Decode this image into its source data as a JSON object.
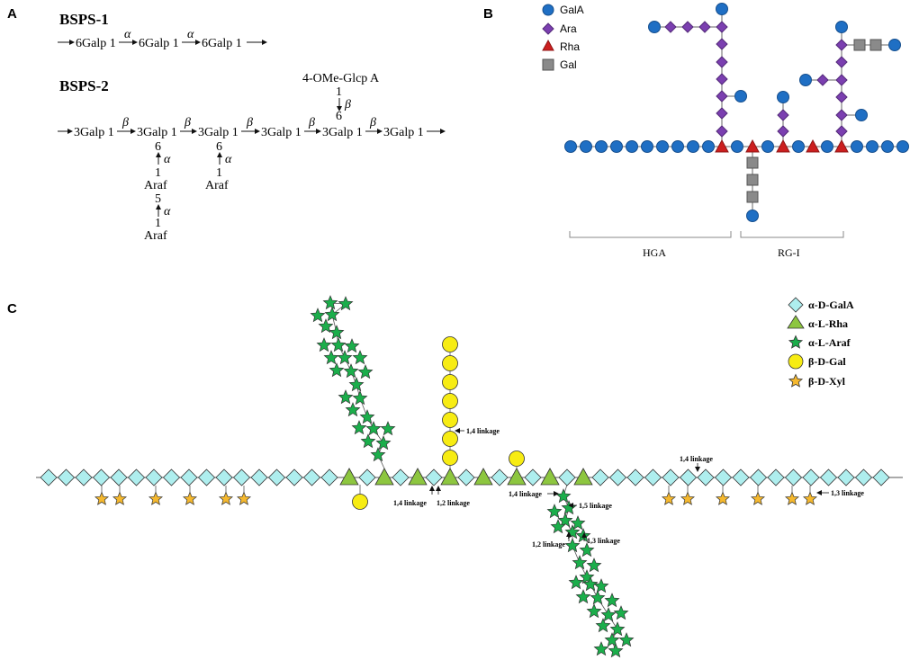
{
  "panels": {
    "a": "A",
    "b": "B",
    "c": "C"
  },
  "panelA": {
    "bsps1": {
      "title": "BSPS-1",
      "residues": [
        "6Galp 1",
        "6Galp 1",
        "6Galp 1"
      ],
      "links": [
        "α",
        "α"
      ]
    },
    "bsps2": {
      "title": "BSPS-2",
      "residues": [
        "3Galp 1",
        "3Galp 1",
        "3Galp 1",
        "3Galp 1",
        "3Galp 1",
        "3Galp 1"
      ],
      "links": [
        "β",
        "β",
        "β",
        "β",
        "β"
      ],
      "branch_top": {
        "residue": "4-OMe-Glcp A",
        "num1": "1",
        "link": "β",
        "num2": "6"
      },
      "branch1": {
        "num6": "6",
        "link1": "α",
        "num1": "1",
        "res1": "Araf",
        "num5": "5",
        "link2": "α",
        "num1b": "1",
        "res2": "Araf"
      },
      "branch2": {
        "num6": "6",
        "link": "α",
        "num1": "1",
        "res": "Araf"
      }
    }
  },
  "panelB": {
    "legend": [
      {
        "label": "GalA",
        "shape": "circle",
        "color": "#1f6fc4"
      },
      {
        "label": "Ara",
        "shape": "diamond",
        "color": "#7b3fb0"
      },
      {
        "label": "Rha",
        "shape": "triangle",
        "color": "#cc1f1f"
      },
      {
        "label": "Gal",
        "shape": "square",
        "color": "#8a8a8a"
      }
    ],
    "regions": {
      "hga": "HGA",
      "rg1": "RG-I"
    }
  },
  "panelC": {
    "legend": [
      {
        "label": "α-D-GalA",
        "shape": "diamond",
        "color": "#aeeeee"
      },
      {
        "label": "α-L-Rha",
        "shape": "triangle",
        "color": "#8dc63f"
      },
      {
        "label": "α-L-Araf",
        "shape": "star",
        "color": "#1bae4b"
      },
      {
        "label": "β-D-Gal",
        "shape": "circle",
        "color": "#f7ec13"
      },
      {
        "label": "β-D-Xyl",
        "shape": "star",
        "color": "#f5b82e"
      }
    ],
    "linkages": {
      "l14_top": "1,4 linkage",
      "l14_a": "1,4 linkage",
      "l12_a": "1,2 linkage",
      "l14_b": "1,4 linkage",
      "l15": "1,5 linkage",
      "l12_b": "1,2 linkage",
      "l13_a": "1,3 linkage",
      "l14_right": "1,4 linkage",
      "l13_right": "1,3 linkage"
    }
  }
}
